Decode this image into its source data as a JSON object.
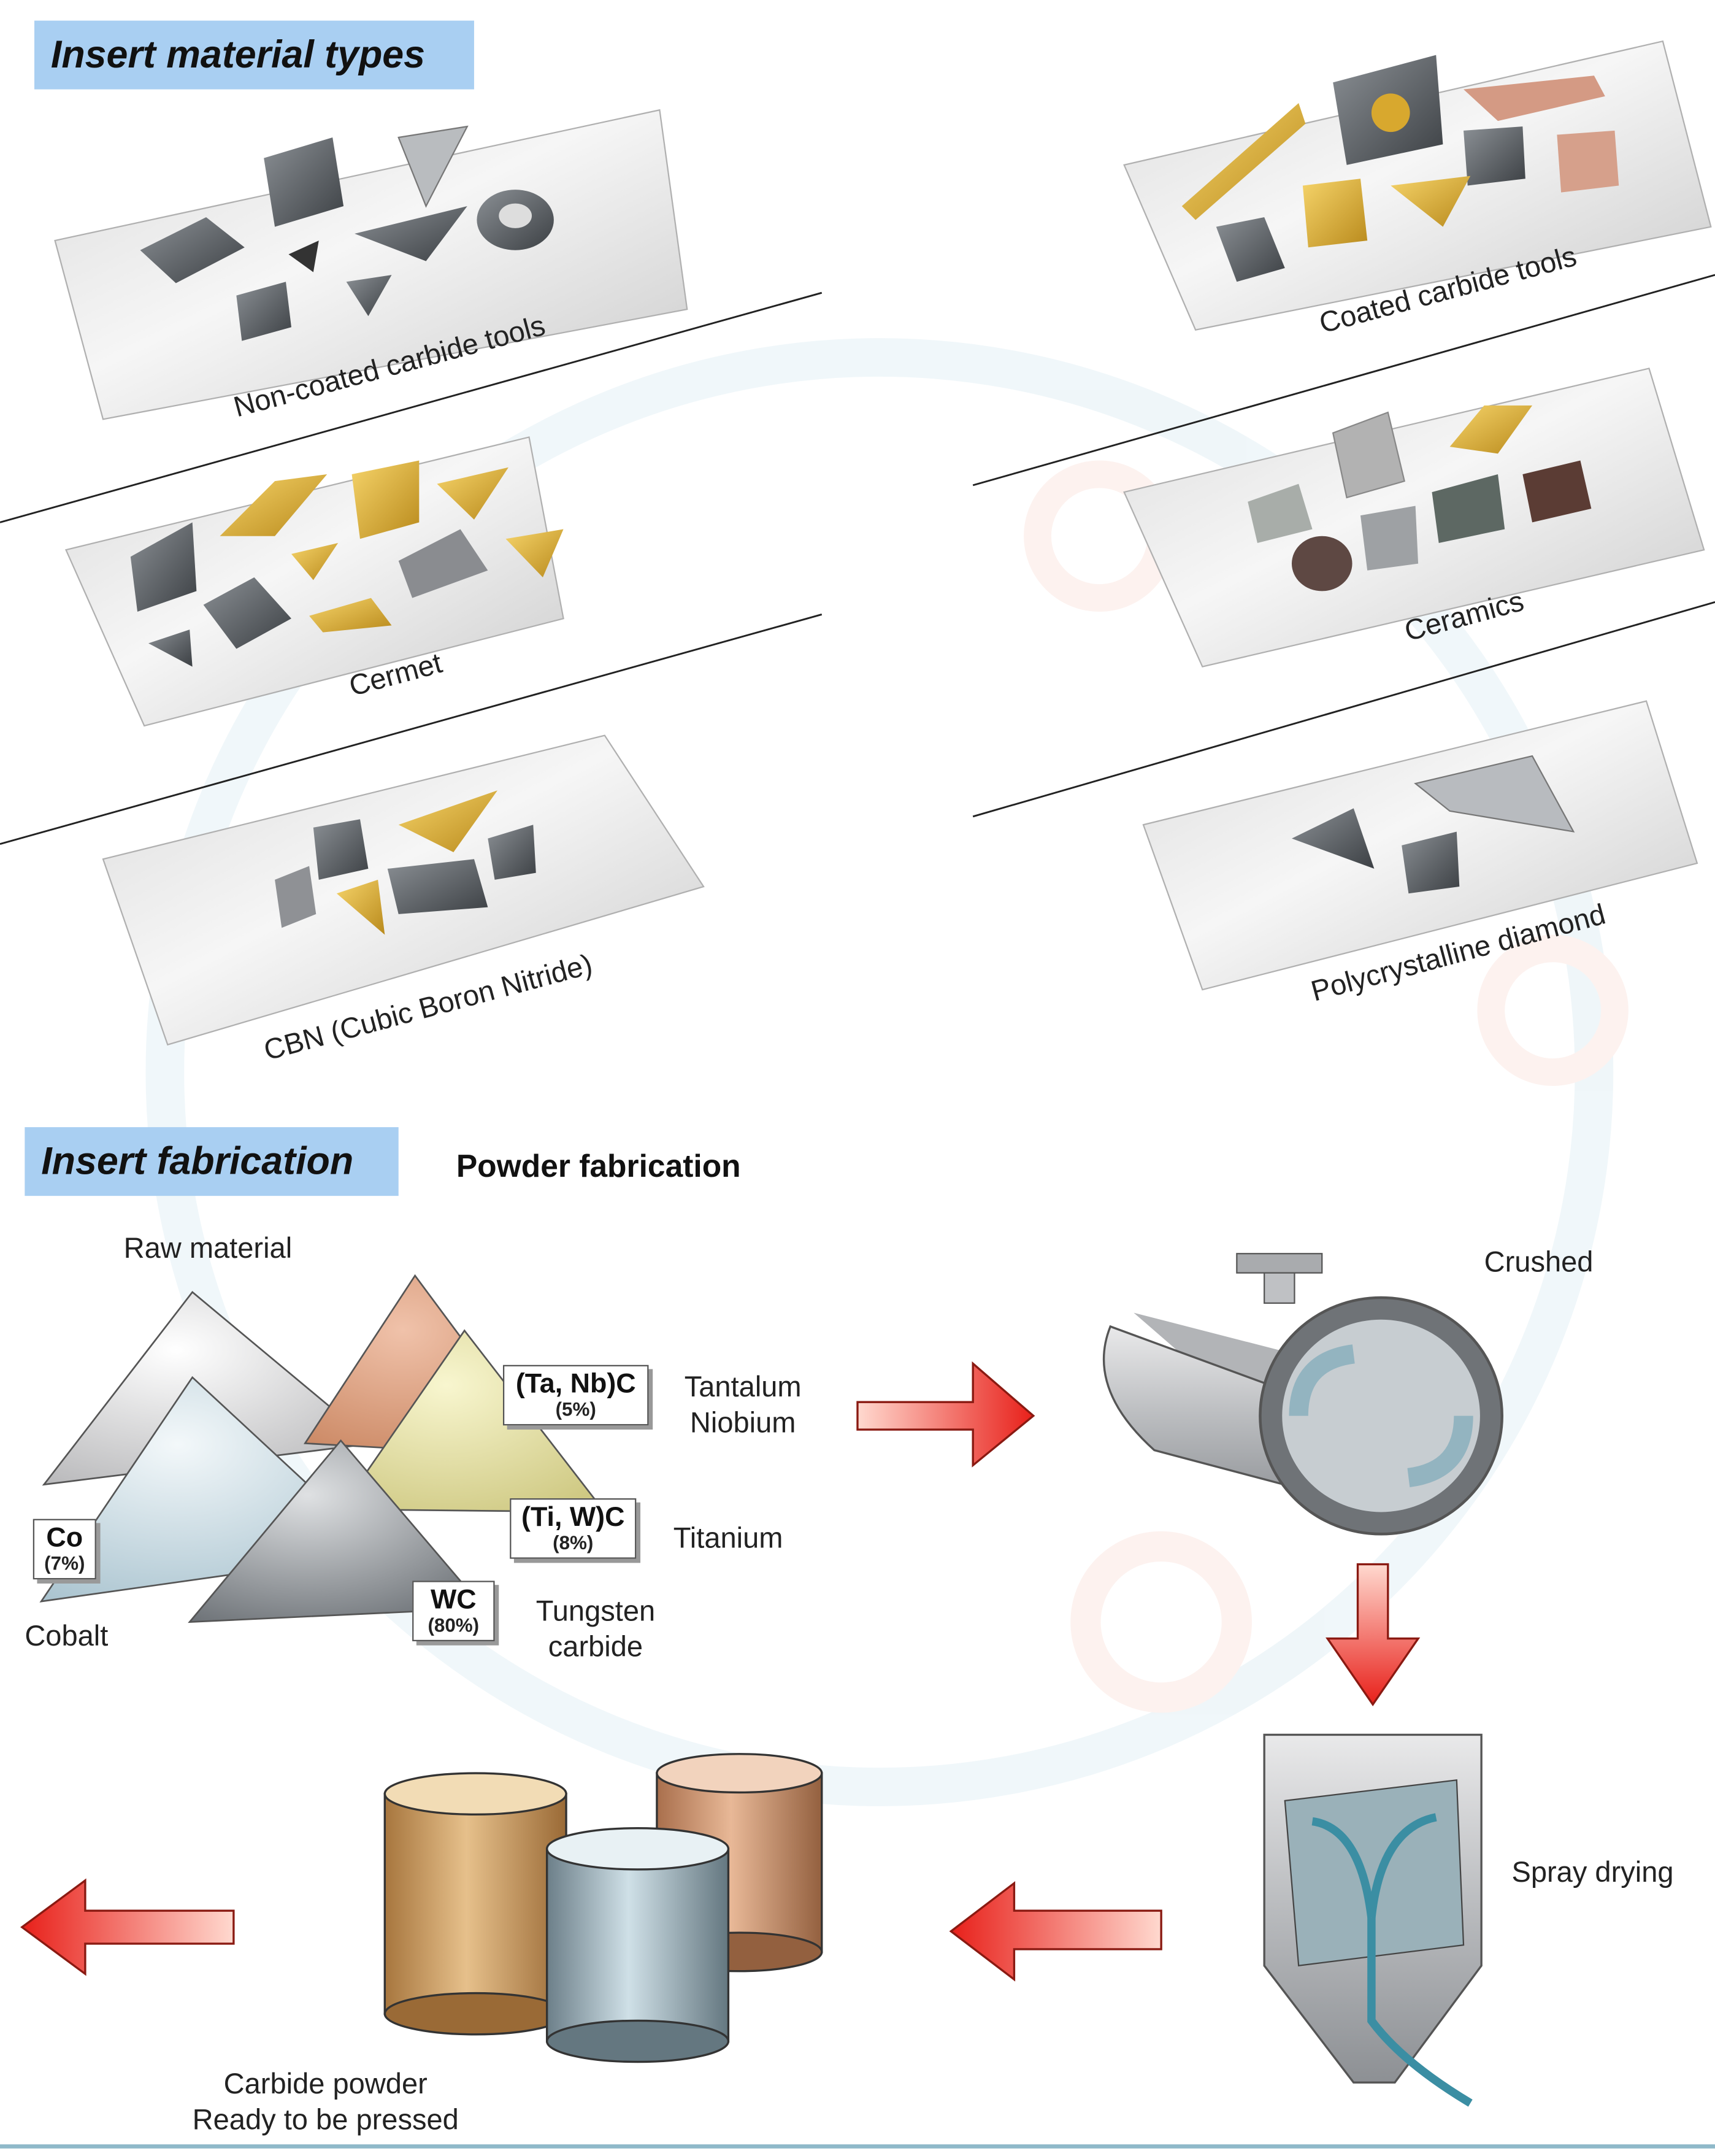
{
  "section_material": {
    "title": "Insert material types",
    "photos": [
      {
        "id": "non-coated",
        "label": "Non-coated carbide tools"
      },
      {
        "id": "coated",
        "label": "Coated carbide tools"
      },
      {
        "id": "cermet",
        "label": "Cermet"
      },
      {
        "id": "ceramics",
        "label": "Ceramics"
      },
      {
        "id": "cbn",
        "label": "CBN (Cubic Boron Nitride)"
      },
      {
        "id": "pcd",
        "label": "Polycrystalline diamond"
      }
    ]
  },
  "section_fabrication": {
    "title": "Insert fabrication",
    "subtitle": "Powder fabrication",
    "raw_material_label": "Raw material",
    "materials": [
      {
        "formula": "Co",
        "percent": "(7%)",
        "name": "Cobalt",
        "color": "#cfe2ea"
      },
      {
        "formula": "(Ta, Nb)C",
        "percent": "(5%)",
        "name": "Tantalum\nNiobium",
        "color": "#dea284"
      },
      {
        "formula": "(Ti, W)C",
        "percent": "(8%)",
        "name": "Titanium",
        "color": "#e9e6ab"
      },
      {
        "formula": "WC",
        "percent": "(80%)",
        "name": "Tungsten\ncarbide",
        "color": "#9ea3a8"
      }
    ],
    "steps": [
      {
        "id": "crushed",
        "label": "Crushed"
      },
      {
        "id": "spray",
        "label": "Spray drying"
      },
      {
        "id": "powder",
        "label": "Carbide powder\nReady to be pressed"
      }
    ]
  },
  "colors": {
    "header_bg": "#a9cff2",
    "arrow": "#e8201a",
    "gold_insert": "#e0b232",
    "grey_insert": "#5b5f64"
  }
}
